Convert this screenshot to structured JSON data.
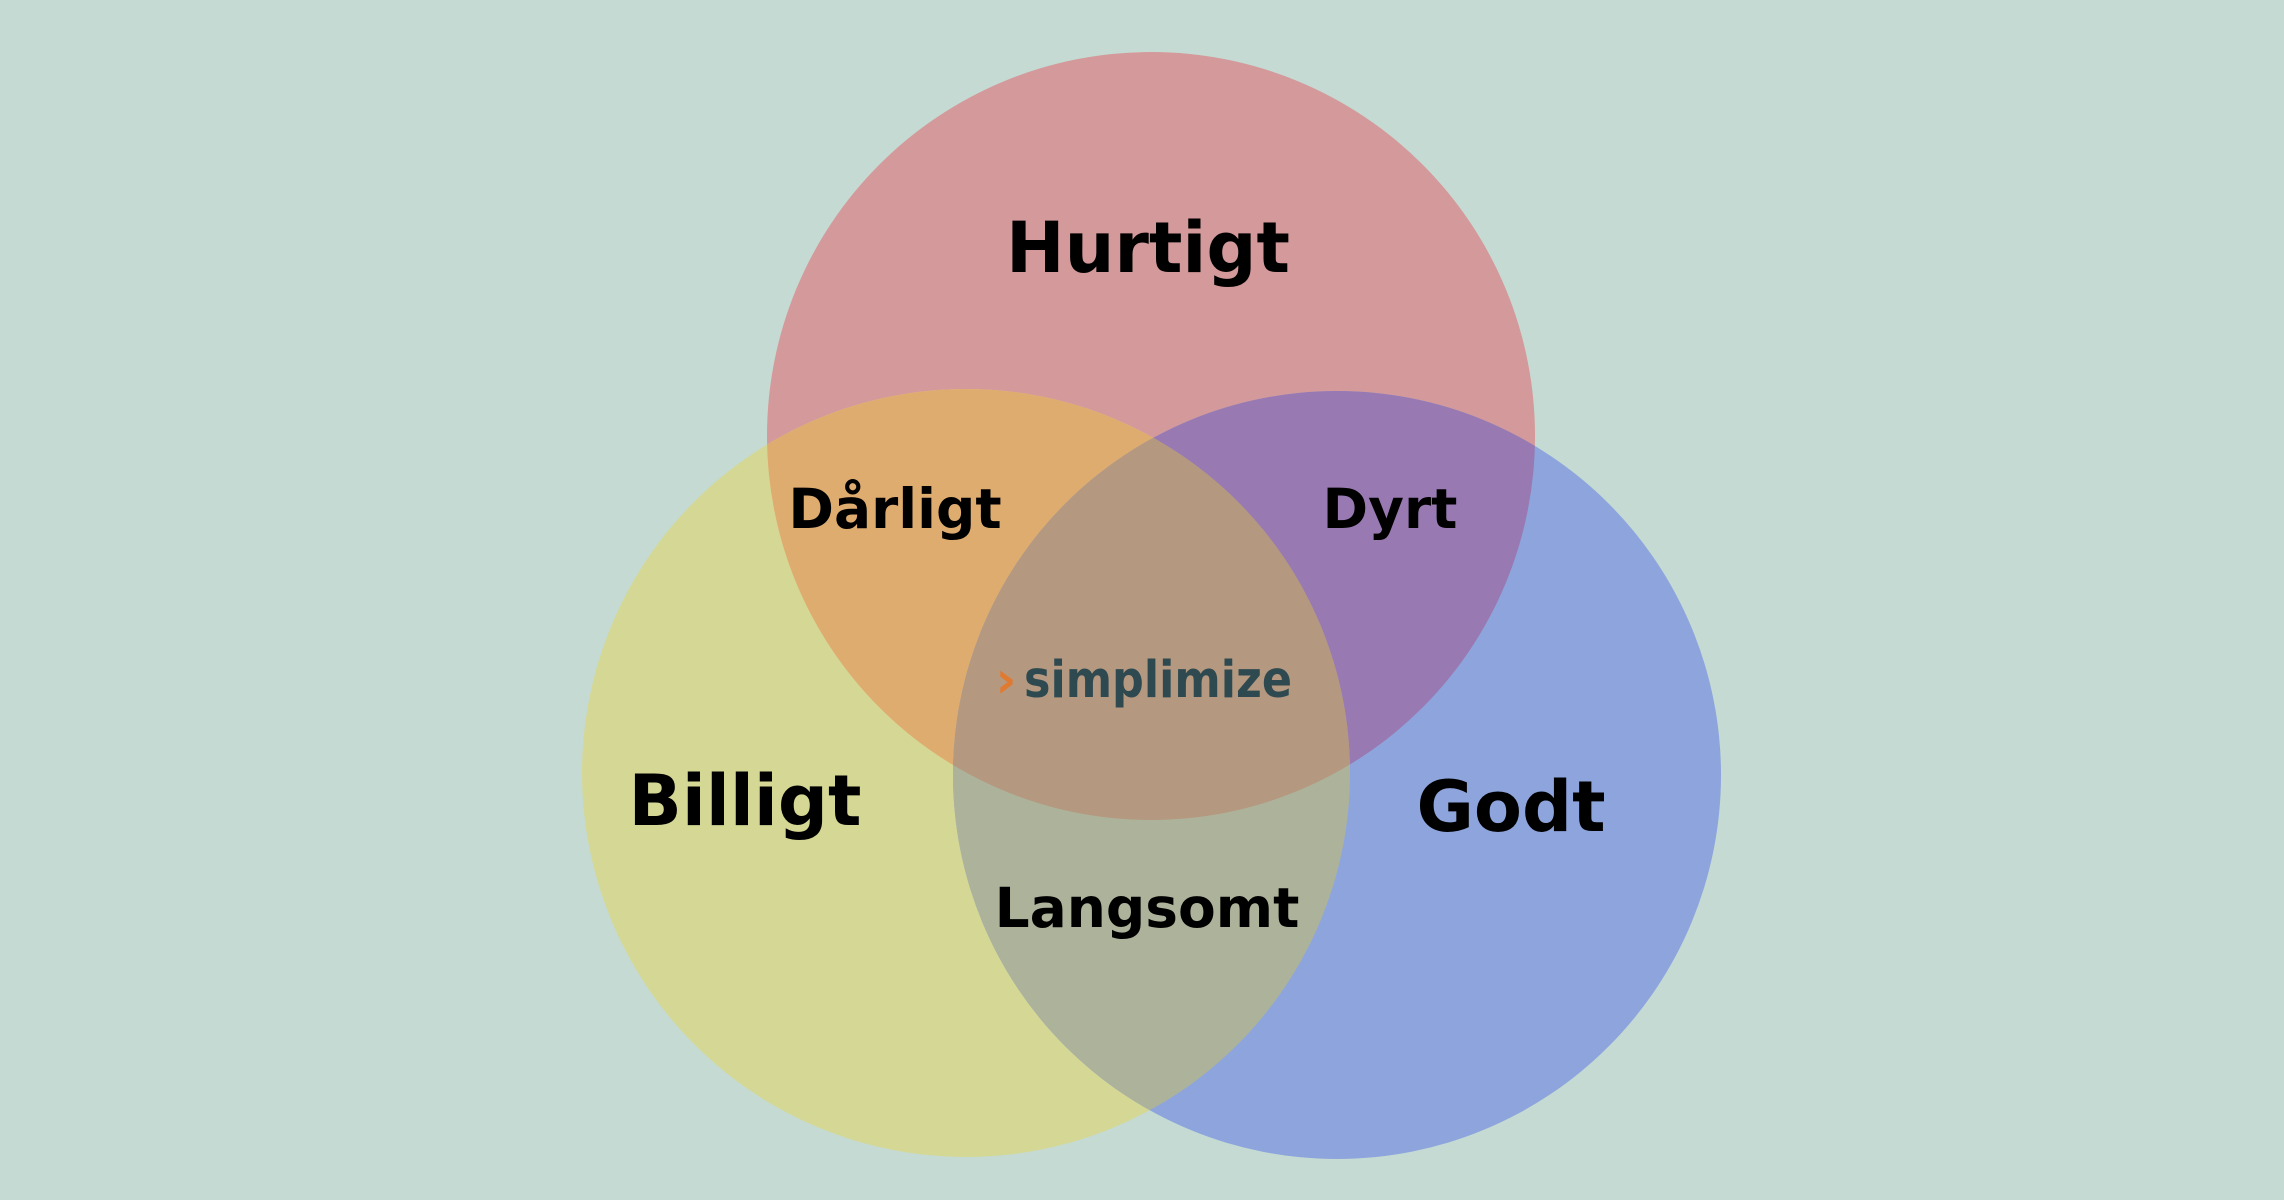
{
  "diagram": {
    "colors": {
      "background": "#c4dad3",
      "fast_circle": "#d4999a",
      "cheap_circle": "#d5d895",
      "good_circle": "#8da5dc",
      "fast_cheap": "#dfac70",
      "fast_good": "#9879b2",
      "cheap_good": "#adb39a",
      "center": "#b49880",
      "logo_text": "#2e4a50",
      "logo_chevron": "#e07a30"
    },
    "labels": {
      "fast": "Hurtigt",
      "cheap": "Billigt",
      "good": "Godt",
      "fast_cheap": "Dårligt",
      "fast_good": "Dyrt",
      "cheap_good": "Langsomt"
    },
    "logo": {
      "chevron": "›",
      "text": "simplimize"
    }
  }
}
